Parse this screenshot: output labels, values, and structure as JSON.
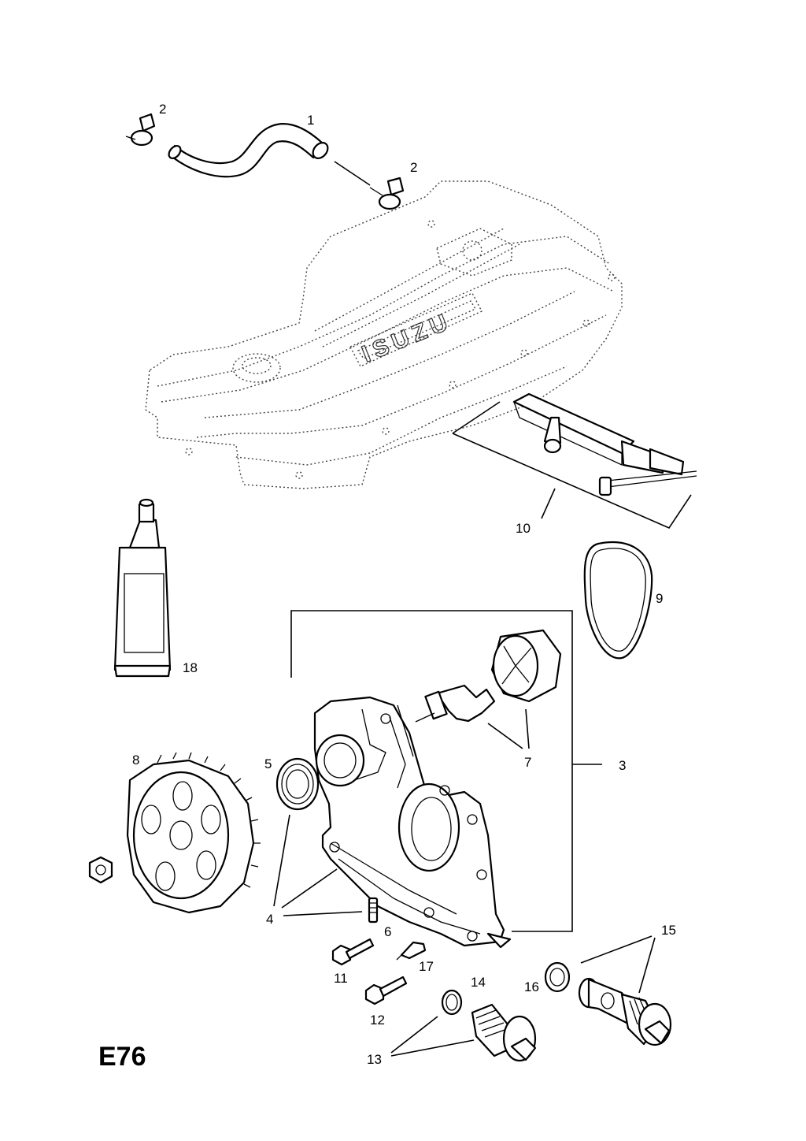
{
  "diagram_code": "E76",
  "cover_logo": "ISUZU",
  "callouts": {
    "n1": "1",
    "n2a": "2",
    "n2b": "2",
    "n3": "3",
    "n4": "4",
    "n5": "5",
    "n6": "6",
    "n7": "7",
    "n8": "8",
    "n9": "9",
    "n10": "10",
    "n11": "11",
    "n12": "12",
    "n13": "13",
    "n14": "14",
    "n15": "15",
    "n16": "16",
    "n17": "17",
    "n18": "18"
  }
}
